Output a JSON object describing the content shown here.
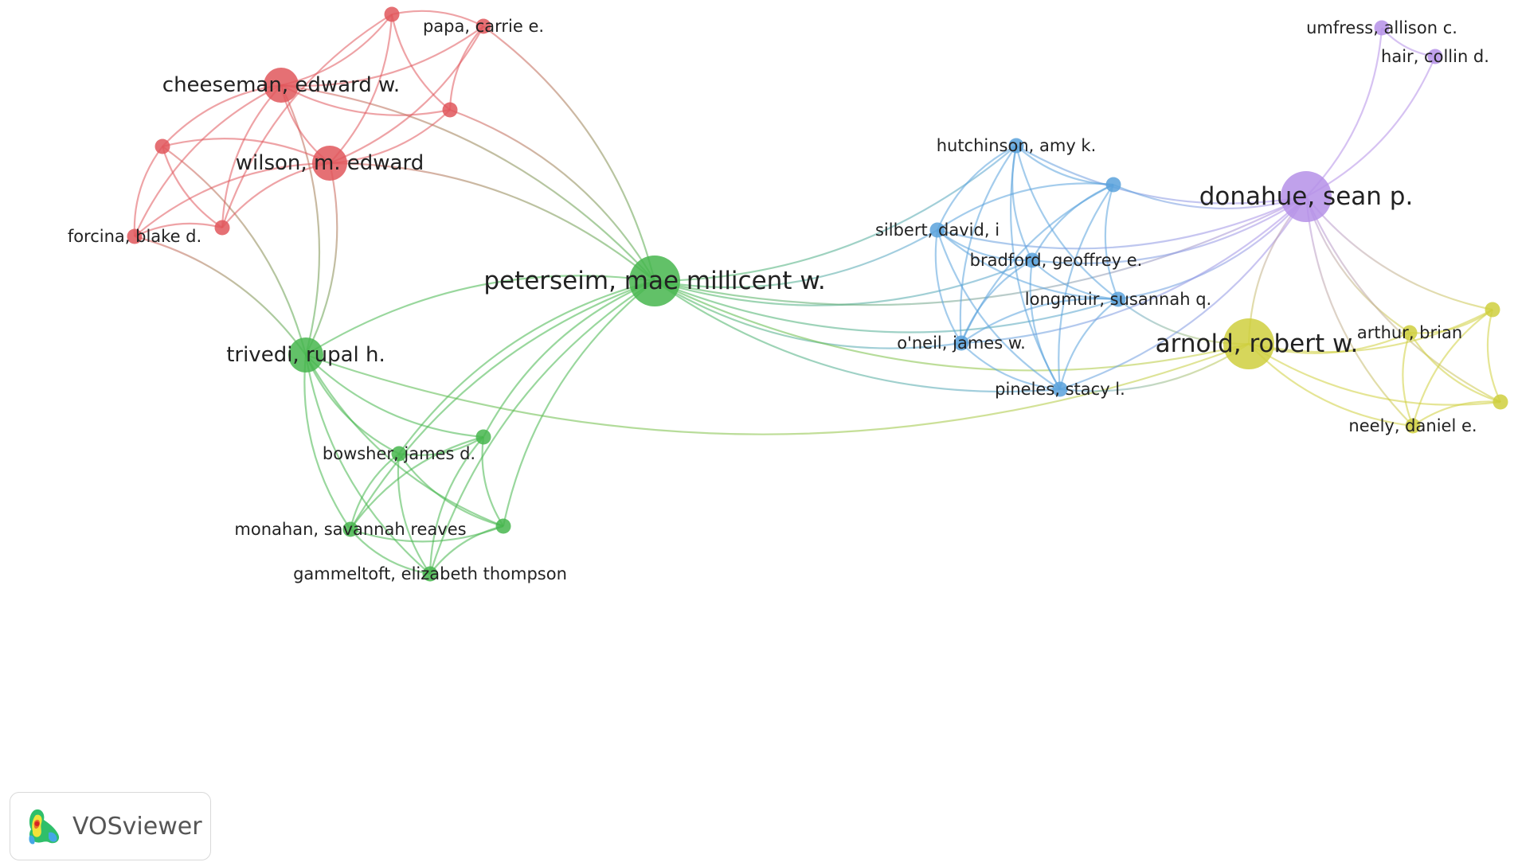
{
  "brand": {
    "name": "VOSviewer",
    "logo_icon": "vosviewer-density-logo-icon"
  },
  "clusters": {
    "red": "#e0575c",
    "green": "#46b64d",
    "blue": "#5aa2dc",
    "yellow": "#cfcf3e",
    "purple": "#b590e8"
  },
  "nodes": [
    {
      "id": "peterseim",
      "label": "peterseim, mae millicent w.",
      "cluster": "green",
      "weight": 10
    },
    {
      "id": "trivedi",
      "label": "trivedi, rupal h.",
      "cluster": "green",
      "weight": 6
    },
    {
      "id": "bowsher",
      "label": "bowsher, james d.",
      "cluster": "green",
      "weight": 2
    },
    {
      "id": "g_a",
      "label": "",
      "cluster": "green",
      "weight": 2
    },
    {
      "id": "monahan",
      "label": "monahan, savannah reaves",
      "cluster": "green",
      "weight": 2
    },
    {
      "id": "g_b",
      "label": "",
      "cluster": "green",
      "weight": 2
    },
    {
      "id": "gammeltoft",
      "label": "gammeltoft, elizabeth thompson",
      "cluster": "green",
      "weight": 2
    },
    {
      "id": "cheeseman",
      "label": "cheeseman, edward w.",
      "cluster": "red",
      "weight": 6
    },
    {
      "id": "wilson",
      "label": "wilson, m. edward",
      "cluster": "red",
      "weight": 6
    },
    {
      "id": "papa",
      "label": "papa, carrie e.",
      "cluster": "red",
      "weight": 2
    },
    {
      "id": "r_a",
      "label": "",
      "cluster": "red",
      "weight": 2
    },
    {
      "id": "r_b",
      "label": "",
      "cluster": "red",
      "weight": 2
    },
    {
      "id": "r_c",
      "label": "",
      "cluster": "red",
      "weight": 2
    },
    {
      "id": "r_d",
      "label": "",
      "cluster": "red",
      "weight": 2
    },
    {
      "id": "forcina",
      "label": "forcina, blake d.",
      "cluster": "red",
      "weight": 2
    },
    {
      "id": "hutchinson",
      "label": "hutchinson, amy k.",
      "cluster": "blue",
      "weight": 2
    },
    {
      "id": "b_a",
      "label": "",
      "cluster": "blue",
      "weight": 2
    },
    {
      "id": "silbert",
      "label": "silbert, david, i",
      "cluster": "blue",
      "weight": 2
    },
    {
      "id": "bradford",
      "label": "bradford, geoffrey e.",
      "cluster": "blue",
      "weight": 2
    },
    {
      "id": "longmuir",
      "label": "longmuir, susannah q.",
      "cluster": "blue",
      "weight": 2
    },
    {
      "id": "oneil",
      "label": "o'neil, james w.",
      "cluster": "blue",
      "weight": 2
    },
    {
      "id": "pineles",
      "label": "pineles, stacy l.",
      "cluster": "blue",
      "weight": 2
    },
    {
      "id": "donahue",
      "label": "donahue, sean p.",
      "cluster": "purple",
      "weight": 9
    },
    {
      "id": "umfress",
      "label": "umfress, allison c.",
      "cluster": "purple",
      "weight": 2
    },
    {
      "id": "hair",
      "label": "hair, collin d.",
      "cluster": "purple",
      "weight": 2
    },
    {
      "id": "arnold",
      "label": "arnold, robert w.",
      "cluster": "yellow",
      "weight": 9
    },
    {
      "id": "arthur",
      "label": "arthur, brian",
      "cluster": "yellow",
      "weight": 2
    },
    {
      "id": "y_a",
      "label": "",
      "cluster": "yellow",
      "weight": 2
    },
    {
      "id": "y_b",
      "label": "",
      "cluster": "yellow",
      "weight": 2
    },
    {
      "id": "neely",
      "label": "neely, daniel e.",
      "cluster": "yellow",
      "weight": 2
    }
  ],
  "links": [
    [
      "peterseim",
      "trivedi"
    ],
    [
      "peterseim",
      "bowsher"
    ],
    [
      "peterseim",
      "g_a"
    ],
    [
      "peterseim",
      "monahan"
    ],
    [
      "peterseim",
      "g_b"
    ],
    [
      "peterseim",
      "gammeltoft"
    ],
    [
      "peterseim",
      "cheeseman"
    ],
    [
      "peterseim",
      "wilson"
    ],
    [
      "peterseim",
      "papa"
    ],
    [
      "peterseim",
      "r_b"
    ],
    [
      "peterseim",
      "hutchinson"
    ],
    [
      "peterseim",
      "silbert"
    ],
    [
      "peterseim",
      "bradford"
    ],
    [
      "peterseim",
      "longmuir"
    ],
    [
      "peterseim",
      "oneil"
    ],
    [
      "peterseim",
      "pineles"
    ],
    [
      "peterseim",
      "donahue"
    ],
    [
      "peterseim",
      "arnold"
    ],
    [
      "trivedi",
      "bowsher"
    ],
    [
      "trivedi",
      "g_a"
    ],
    [
      "trivedi",
      "monahan"
    ],
    [
      "trivedi",
      "g_b"
    ],
    [
      "trivedi",
      "gammeltoft"
    ],
    [
      "trivedi",
      "cheeseman"
    ],
    [
      "trivedi",
      "wilson"
    ],
    [
      "trivedi",
      "r_c"
    ],
    [
      "trivedi",
      "forcina"
    ],
    [
      "trivedi",
      "arnold"
    ],
    [
      "bowsher",
      "g_a"
    ],
    [
      "bowsher",
      "monahan"
    ],
    [
      "bowsher",
      "g_b"
    ],
    [
      "bowsher",
      "gammeltoft"
    ],
    [
      "g_a",
      "monahan"
    ],
    [
      "g_a",
      "g_b"
    ],
    [
      "g_a",
      "gammeltoft"
    ],
    [
      "monahan",
      "g_b"
    ],
    [
      "monahan",
      "gammeltoft"
    ],
    [
      "g_b",
      "gammeltoft"
    ],
    [
      "cheeseman",
      "wilson"
    ],
    [
      "cheeseman",
      "papa"
    ],
    [
      "cheeseman",
      "r_a"
    ],
    [
      "cheeseman",
      "r_b"
    ],
    [
      "cheeseman",
      "r_c"
    ],
    [
      "cheeseman",
      "r_d"
    ],
    [
      "cheeseman",
      "forcina"
    ],
    [
      "wilson",
      "papa"
    ],
    [
      "wilson",
      "r_a"
    ],
    [
      "wilson",
      "r_b"
    ],
    [
      "wilson",
      "r_c"
    ],
    [
      "wilson",
      "r_d"
    ],
    [
      "wilson",
      "forcina"
    ],
    [
      "papa",
      "r_a"
    ],
    [
      "papa",
      "r_b"
    ],
    [
      "r_a",
      "r_b"
    ],
    [
      "r_a",
      "r_d"
    ],
    [
      "r_c",
      "r_d"
    ],
    [
      "r_c",
      "forcina"
    ],
    [
      "r_d",
      "forcina"
    ],
    [
      "hutchinson",
      "b_a"
    ],
    [
      "hutchinson",
      "silbert"
    ],
    [
      "hutchinson",
      "bradford"
    ],
    [
      "hutchinson",
      "longmuir"
    ],
    [
      "hutchinson",
      "oneil"
    ],
    [
      "hutchinson",
      "pineles"
    ],
    [
      "hutchinson",
      "donahue"
    ],
    [
      "b_a",
      "silbert"
    ],
    [
      "b_a",
      "bradford"
    ],
    [
      "b_a",
      "longmuir"
    ],
    [
      "b_a",
      "oneil"
    ],
    [
      "b_a",
      "pineles"
    ],
    [
      "b_a",
      "donahue"
    ],
    [
      "silbert",
      "bradford"
    ],
    [
      "silbert",
      "longmuir"
    ],
    [
      "silbert",
      "oneil"
    ],
    [
      "silbert",
      "pineles"
    ],
    [
      "silbert",
      "donahue"
    ],
    [
      "bradford",
      "longmuir"
    ],
    [
      "bradford",
      "oneil"
    ],
    [
      "bradford",
      "pineles"
    ],
    [
      "bradford",
      "donahue"
    ],
    [
      "longmuir",
      "oneil"
    ],
    [
      "longmuir",
      "pineles"
    ],
    [
      "longmuir",
      "donahue"
    ],
    [
      "longmuir",
      "arnold"
    ],
    [
      "oneil",
      "pineles"
    ],
    [
      "oneil",
      "donahue"
    ],
    [
      "pineles",
      "arnold"
    ],
    [
      "pineles",
      "donahue"
    ],
    [
      "donahue",
      "umfress"
    ],
    [
      "donahue",
      "hair"
    ],
    [
      "umfress",
      "hair"
    ],
    [
      "donahue",
      "arnold"
    ],
    [
      "donahue",
      "arthur"
    ],
    [
      "donahue",
      "y_a"
    ],
    [
      "donahue",
      "y_b"
    ],
    [
      "donahue",
      "neely"
    ],
    [
      "arnold",
      "arthur"
    ],
    [
      "arnold",
      "y_a"
    ],
    [
      "arnold",
      "y_b"
    ],
    [
      "arnold",
      "neely"
    ],
    [
      "arthur",
      "y_a"
    ],
    [
      "arthur",
      "y_b"
    ],
    [
      "arthur",
      "neely"
    ],
    [
      "y_a",
      "y_b"
    ],
    [
      "y_a",
      "neely"
    ],
    [
      "y_b",
      "neely"
    ]
  ]
}
